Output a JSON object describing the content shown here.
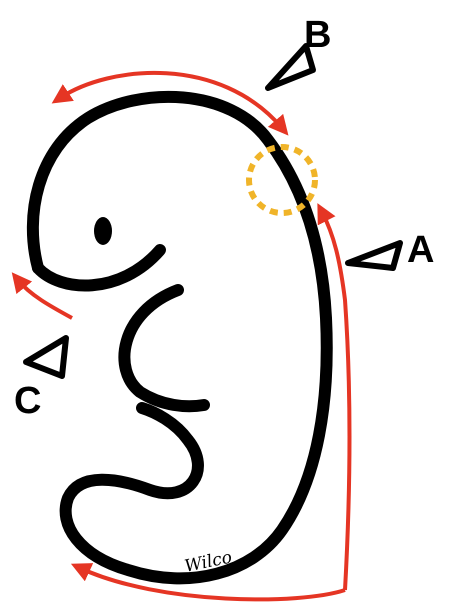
{
  "labels": {
    "a": "A",
    "b": "B",
    "c": "C"
  },
  "signature": "Wilco",
  "colors": {
    "outline": "#000000",
    "arrow": "#e53524",
    "highlight": "#f0b429",
    "background": "#ffffff"
  }
}
